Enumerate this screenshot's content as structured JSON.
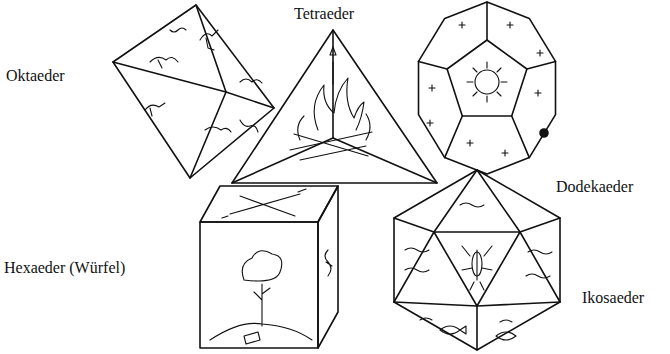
{
  "diagram": {
    "labels": [
      "Tetraeder",
      "Oktaeder",
      "Dodekaeder",
      "Hexaeder (Würfel)",
      "Ikosaeder"
    ]
  }
}
